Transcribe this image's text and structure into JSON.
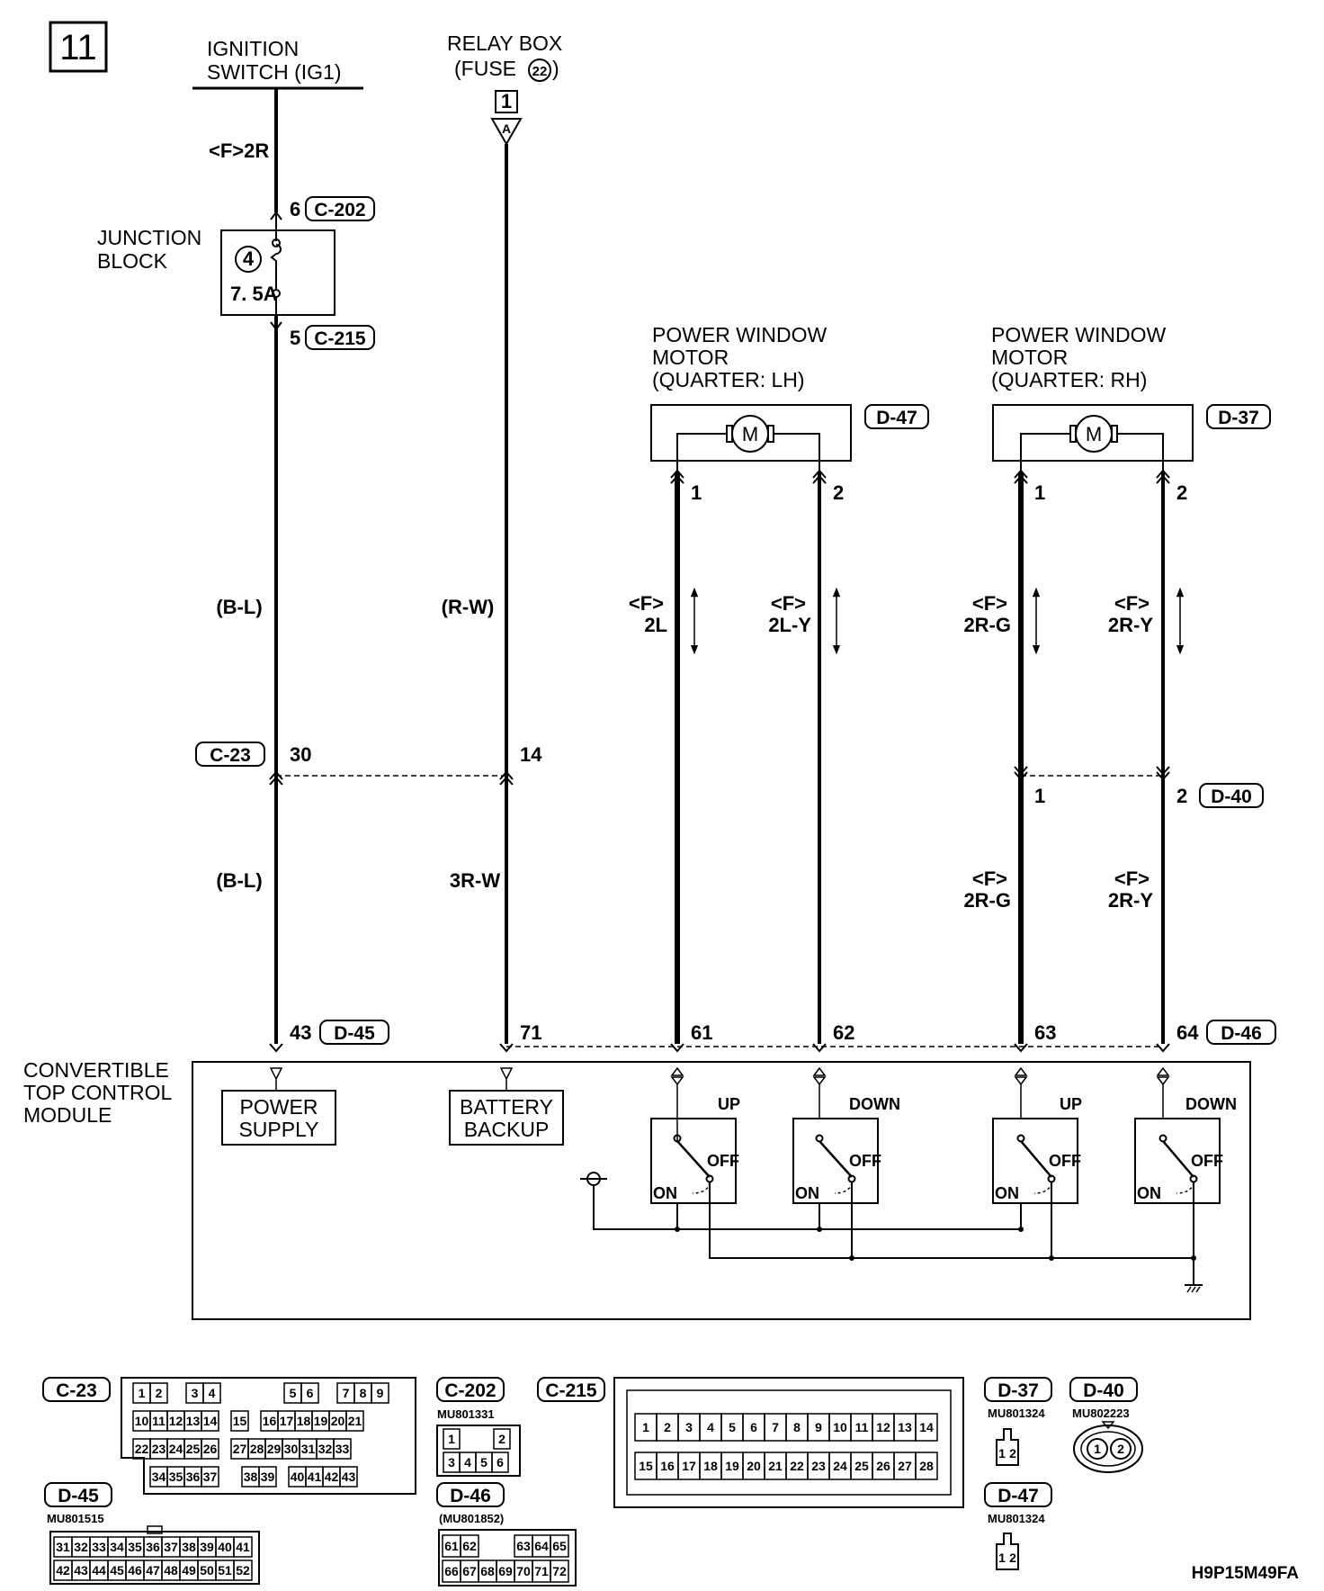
{
  "page_number": "11",
  "ignition_switch": {
    "line1": "IGNITION",
    "line2": "SWITCH (IG1)",
    "wire_code": "<F>2R"
  },
  "relay_box": {
    "line1": "RELAY BOX",
    "line2": "(FUSE ",
    "fuse_number": "22",
    "line2_end": ")",
    "terminal": "1",
    "connector_letter": "A"
  },
  "junction_block": {
    "line1": "JUNCTION",
    "line2": "BLOCK",
    "fuse_number": "4",
    "fuse_rating": "7. 5A",
    "in_pin": "6",
    "in_connector": "C-202",
    "out_pin": "5",
    "out_connector": "C-215"
  },
  "motors": [
    {
      "line1": "POWER WINDOW",
      "line2": "MOTOR",
      "line3": "(QUARTER: LH)",
      "connector": "D-47",
      "pin1": "1",
      "pin2": "2",
      "wire1_prefix": "<F>",
      "wire1": "2L",
      "wire2_prefix": "<F>",
      "wire2": "2L-Y",
      "symbol": "M"
    },
    {
      "line1": "POWER WINDOW",
      "line2": "MOTOR",
      "line3": "(QUARTER: RH)",
      "connector": "D-37",
      "pin1": "1",
      "pin2": "2",
      "wire1_prefix": "<F>",
      "wire1": "2R-G",
      "wire2_prefix": "<F>",
      "wire2": "2R-Y",
      "symbol": "M"
    }
  ],
  "wires": {
    "power_upper": "(B-L)",
    "power_lower": "(B-L)",
    "backup_upper": "(R-W)",
    "backup_lower": "3R-W"
  },
  "c23_connector": {
    "label": "C-23",
    "pin_power": "30",
    "pin_backup": "14"
  },
  "d40_connector": {
    "label": "D-40",
    "pin1": "1",
    "pin2": "2",
    "wire1_prefix": "<F>",
    "wire1": "2R-G",
    "wire2_prefix": "<F>",
    "wire2": "2R-Y"
  },
  "module": {
    "line1": "CONVERTIBLE",
    "line2": "TOP CONTROL",
    "line3": "MODULE",
    "d45_pin": "43",
    "d45_label": "D-45",
    "pin_backup": "71",
    "pin_lh_up": "61",
    "pin_lh_down": "62",
    "pin_rh_up": "63",
    "d46_pin": "64",
    "d46_label": "D-46",
    "power_supply_1": "POWER",
    "power_supply_2": "SUPPLY",
    "battery_backup_1": "BATTERY",
    "battery_backup_2": "BACKUP",
    "switches": [
      {
        "name": "UP",
        "on": "ON",
        "off": "OFF"
      },
      {
        "name": "DOWN",
        "on": "ON",
        "off": "OFF"
      },
      {
        "name": "UP",
        "on": "ON",
        "off": "OFF"
      },
      {
        "name": "DOWN",
        "on": "ON",
        "off": "OFF"
      }
    ]
  },
  "connector_views": {
    "c23": {
      "label": "C-23",
      "row1": [
        "1",
        "2",
        "3",
        "4",
        "5",
        "6",
        "7",
        "8",
        "9"
      ],
      "row2": [
        "10",
        "11",
        "12",
        "13",
        "14",
        "15",
        "16",
        "17",
        "18",
        "19",
        "20",
        "21"
      ],
      "row3": [
        "22",
        "23",
        "24",
        "25",
        "26",
        "27",
        "28",
        "29",
        "30",
        "31",
        "32",
        "33"
      ],
      "row4": [
        "34",
        "35",
        "36",
        "37",
        "38",
        "39",
        "40",
        "41",
        "42",
        "43"
      ]
    },
    "c202": {
      "label": "C-202",
      "part": "MU801331",
      "row1": [
        "1",
        "2"
      ],
      "row2": [
        "3",
        "4",
        "5",
        "6"
      ]
    },
    "c215": {
      "label": "C-215",
      "row1": [
        "1",
        "2",
        "3",
        "4",
        "5",
        "6",
        "7",
        "8",
        "9",
        "10",
        "11",
        "12",
        "13",
        "14"
      ],
      "row2": [
        "15",
        "16",
        "17",
        "18",
        "19",
        "20",
        "21",
        "22",
        "23",
        "24",
        "25",
        "26",
        "27",
        "28"
      ]
    },
    "d37": {
      "label": "D-37",
      "part": "MU801324",
      "pins": [
        "1",
        "2"
      ]
    },
    "d40": {
      "label": "D-40",
      "part": "MU802223",
      "pins": [
        "1",
        "2"
      ]
    },
    "d45": {
      "label": "D-45",
      "part": "MU801515",
      "row1": [
        "31",
        "32",
        "33",
        "34",
        "35",
        "36",
        "37",
        "38",
        "39",
        "40",
        "41"
      ],
      "row2": [
        "42",
        "43",
        "44",
        "45",
        "46",
        "47",
        "48",
        "49",
        "50",
        "51",
        "52"
      ]
    },
    "d46": {
      "label": "D-46",
      "part": "(MU801852)",
      "row1": [
        "61",
        "62",
        "63",
        "64",
        "65"
      ],
      "row2": [
        "66",
        "67",
        "68",
        "69",
        "70",
        "71",
        "72"
      ]
    },
    "d47": {
      "label": "D-47",
      "part": "MU801324",
      "pins": [
        "1",
        "2"
      ]
    }
  },
  "diagram_code": "H9P15M49FA"
}
